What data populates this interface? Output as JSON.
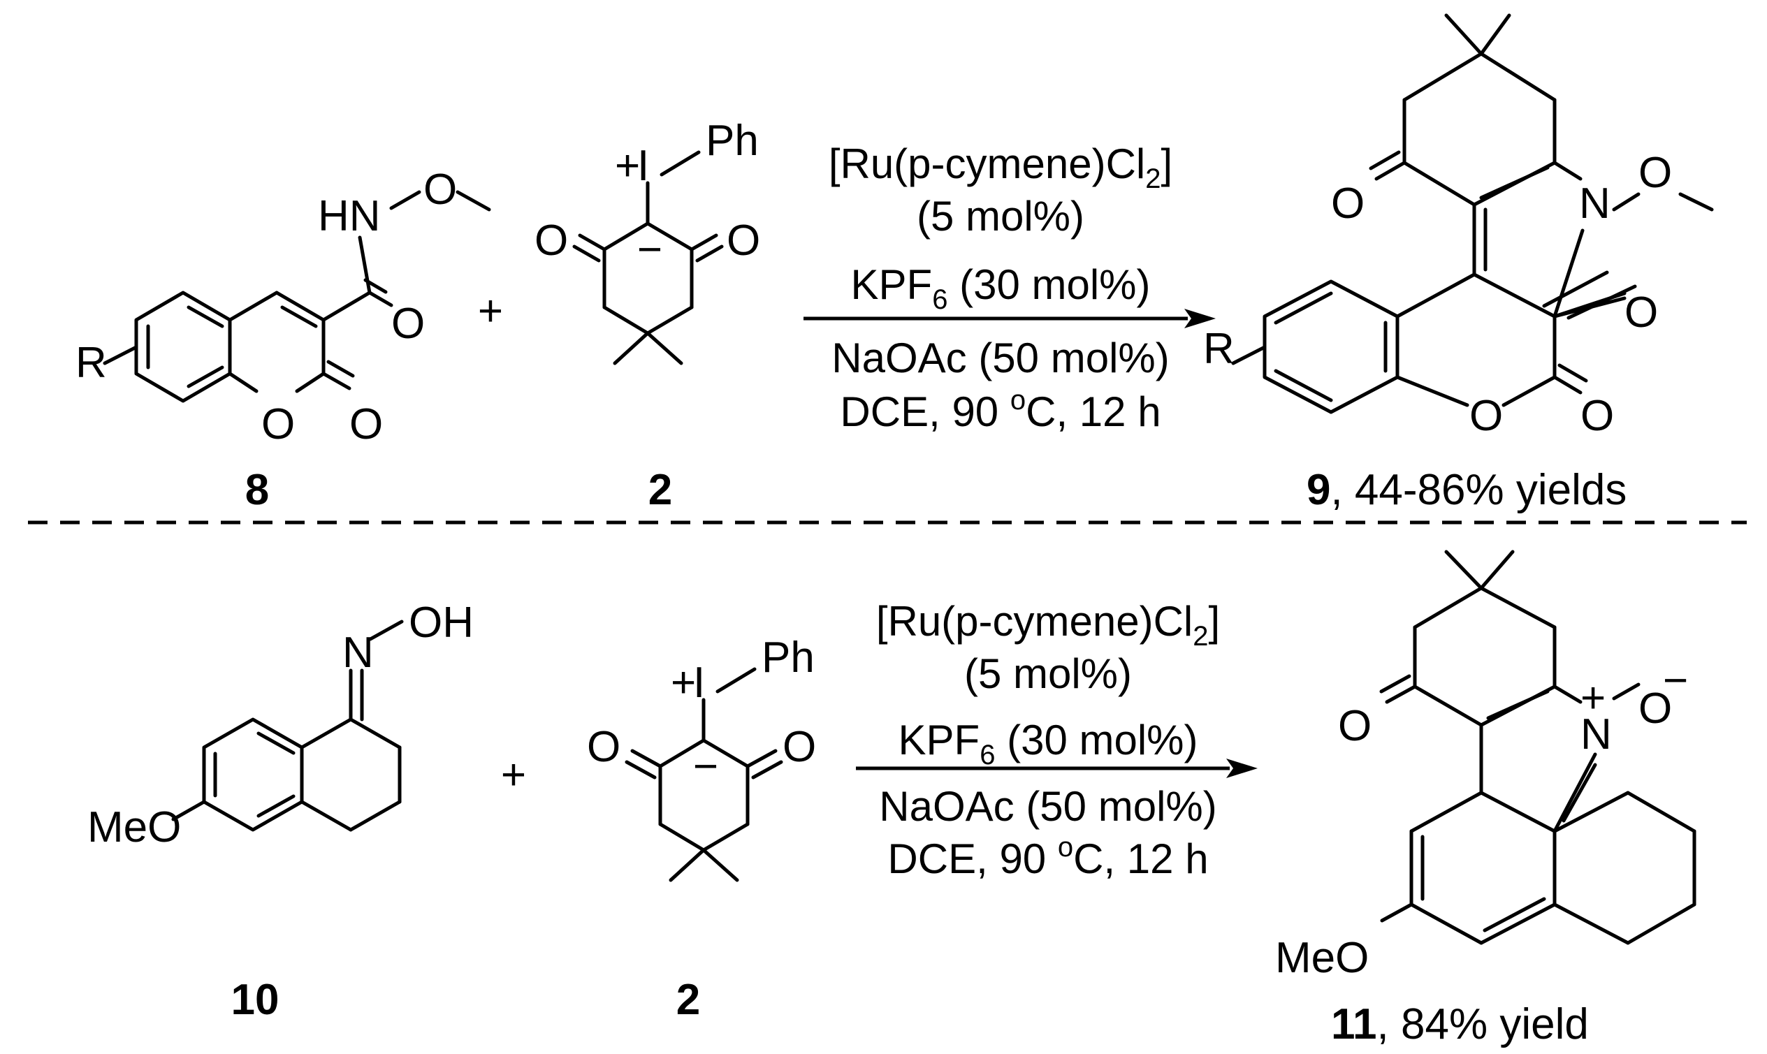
{
  "reaction1": {
    "reactant_a": {
      "label": "8",
      "atoms": {
        "hn": "HN",
        "o_methoxy": "O",
        "o_amide": "O",
        "o_lactone": "O",
        "o_carbonyl": "O",
        "r": "R"
      }
    },
    "plus": "+",
    "reactant_b": {
      "label": "2",
      "atoms": {
        "iodonium": "I",
        "iodonium_charge": "+",
        "ph": "Ph",
        "carbanion_charge": "−",
        "o_left": "O",
        "o_right": "O"
      }
    },
    "conditions": {
      "catalyst_base": "[Ru(p-cymene)Cl",
      "catalyst_sub": "2",
      "catalyst_close": "]",
      "catalyst_loading": "(5 mol%)",
      "additive_base": "KPF",
      "additive_sub": "6",
      "additive_rest": " (30 mol%)",
      "base": "NaOAc (50 mol%)",
      "solvent_pre": "DCE, 90 ",
      "solvent_sup": "o",
      "solvent_post": "C, 12 h"
    },
    "product": {
      "label": "9",
      "yield": ", 44-86% yields",
      "atoms": {
        "o_ketone": "O",
        "n": "N",
        "o_methoxy": "O",
        "o_amide": "O",
        "o_lactone": "O",
        "o_carbonyl": "O",
        "r": "R"
      }
    }
  },
  "reaction2": {
    "reactant_a": {
      "label": "10",
      "atoms": {
        "n": "N",
        "oh": "OH",
        "meo": "MeO"
      }
    },
    "plus": "+",
    "reactant_b": {
      "label": "2",
      "atoms": {
        "iodonium": "I",
        "iodonium_charge": "+",
        "ph": "Ph",
        "carbanion_charge": "−",
        "o_left": "O",
        "o_right": "O"
      }
    },
    "conditions": {
      "catalyst_base": "[Ru(p-cymene)Cl",
      "catalyst_sub": "2",
      "catalyst_close": "]",
      "catalyst_loading": "(5 mol%)",
      "additive_base": "KPF",
      "additive_sub": "6",
      "additive_rest": " (30 mol%)",
      "base": "NaOAc (50 mol%)",
      "solvent_pre": "DCE, 90 ",
      "solvent_sup": "o",
      "solvent_post": "C, 12 h"
    },
    "product": {
      "label": "11",
      "yield": ", 84% yield",
      "atoms": {
        "o_ketone": "O",
        "n": "N",
        "n_charge": "+",
        "o_oxide": "O",
        "o_charge": "−",
        "meo": "MeO"
      }
    }
  }
}
